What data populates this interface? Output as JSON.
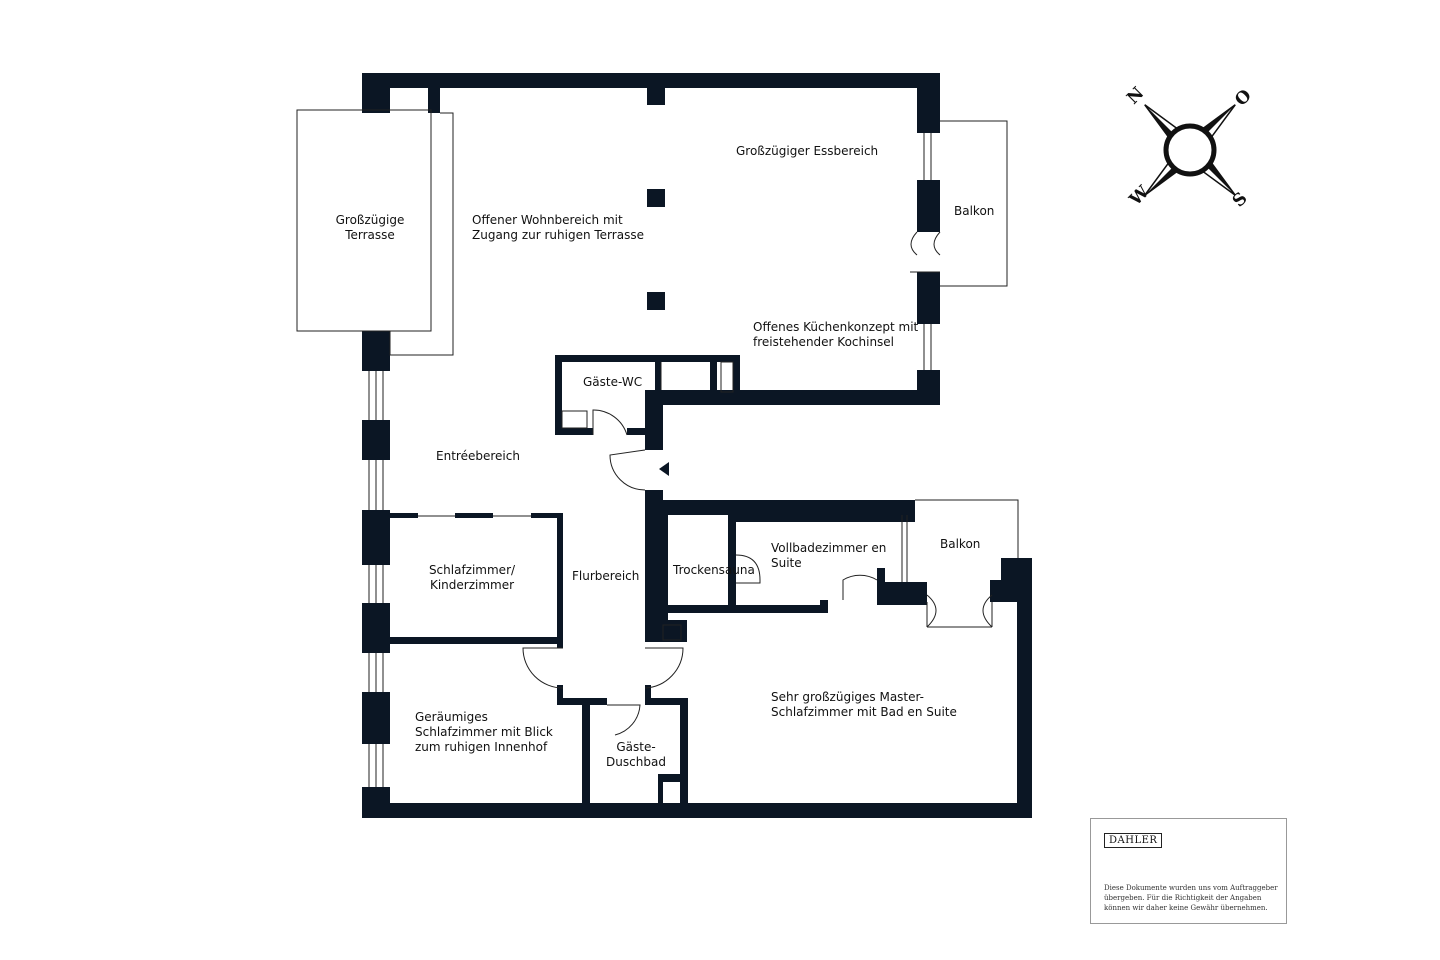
{
  "rooms": {
    "terrasse": [
      "Großzügige",
      "Terrasse"
    ],
    "wohnbereich": [
      "Offener Wohnbereich mit",
      "Zugang zur ruhigen Terrasse"
    ],
    "essbereich": [
      "Großzügiger Essbereich"
    ],
    "balkon_ost": [
      "Balkon"
    ],
    "kueche": [
      "Offenes Küchenkonzept mit",
      "freistehender Kochinsel"
    ],
    "gaeste_wc": [
      "Gäste-WC"
    ],
    "entree": [
      "Entréebereich"
    ],
    "schlafzimmer_kinder": [
      "Schlafzimmer/",
      "Kinderzimmer"
    ],
    "flur": [
      "Flurbereich"
    ],
    "trockensauna": [
      "Trockensauna"
    ],
    "vollbad": [
      "Vollbadezimmer en",
      "Suite"
    ],
    "balkon_sued": [
      "Balkon"
    ],
    "master": [
      "Sehr großzügiges Master-",
      "Schlafzimmer mit Bad en Suite"
    ],
    "schlafzimmer_innenhof": [
      "Geräumiges",
      "Schlafzimmer mit Blick",
      "zum ruhigen Innenhof"
    ],
    "gaeste_duschbad": [
      "Gäste-",
      "Duschbad"
    ]
  },
  "compass": {
    "n": "N",
    "o": "O",
    "s": "S",
    "w": "W"
  },
  "brand": {
    "logo": "DAHLER",
    "disclaimer": "Diese Dokumente wurden uns vom Auftraggeber übergeben. Für die Richtigkeit der Angaben können wir daher keine Gewähr übernehmen."
  },
  "colors": {
    "wall": "#0b1624",
    "line": "#222222",
    "paper": "#ffffff"
  }
}
